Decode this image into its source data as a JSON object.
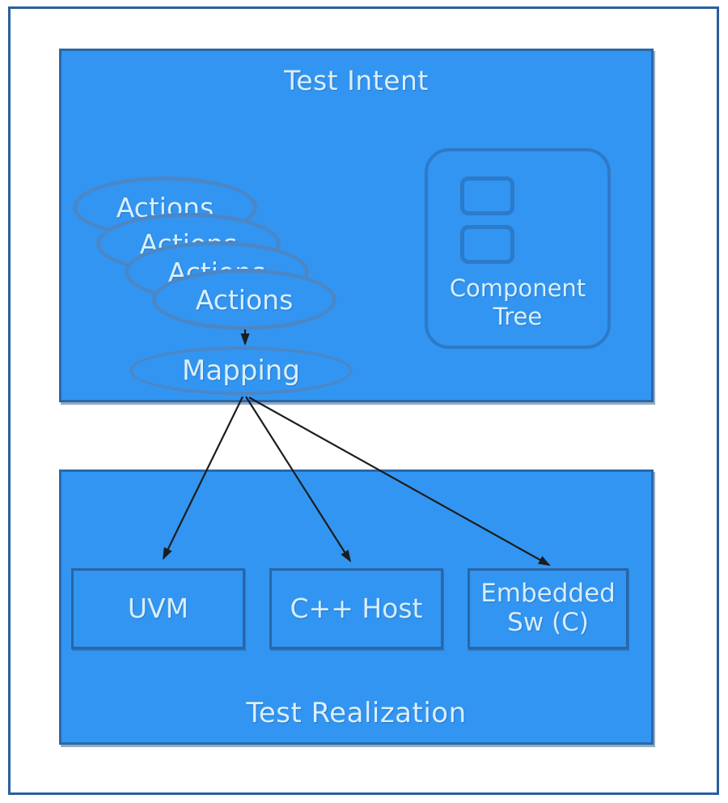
{
  "colors": {
    "canvas_background": "#ffffff",
    "panel_fill": "#3295f2",
    "panel_border": "#2a68a8",
    "ellipse_border": "#4b87c6",
    "component_tree_border": "#2d7ac8",
    "outer_frame_border": "#2b5f9e",
    "label_text": "#d9effb",
    "arrow": "#1c1c1c"
  },
  "intent": {
    "title": "Test Intent",
    "actions": [
      "Actions",
      "Actions",
      "Actions",
      "Actions"
    ],
    "mapping": "Mapping",
    "component_tree": "Component Tree"
  },
  "realization": {
    "title": "Test Realization",
    "targets": [
      "UVM",
      "C++ Host",
      "Embedded Sw (C)"
    ]
  }
}
